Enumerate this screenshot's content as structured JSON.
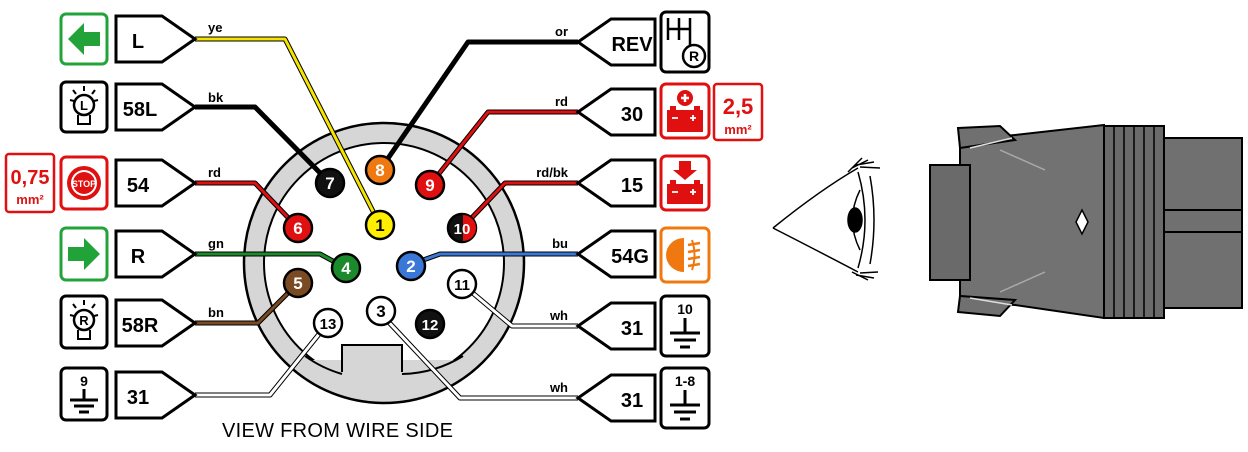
{
  "caption": "VIEW FROM WIRE SIDE",
  "pins": [
    {
      "num": "1",
      "fill": "#ffee00",
      "text": "#000000"
    },
    {
      "num": "2",
      "fill": "#3a78d8",
      "text": "#ffffff"
    },
    {
      "num": "3",
      "fill": "#ffffff",
      "text": "#000000"
    },
    {
      "num": "4",
      "fill": "#1a8a2a",
      "text": "#ffffff"
    },
    {
      "num": "5",
      "fill": "#7a4a22",
      "text": "#ffffff"
    },
    {
      "num": "6",
      "fill": "#e01010",
      "text": "#ffffff"
    },
    {
      "num": "7",
      "fill": "#111111",
      "text": "#ffffff"
    },
    {
      "num": "8",
      "fill": "#f07810",
      "text": "#ffffff"
    },
    {
      "num": "9",
      "fill": "#e01010",
      "text": "#ffffff"
    },
    {
      "num": "10",
      "fill": "#111111",
      "text": "#ffffff",
      "ring": "#e01010"
    },
    {
      "num": "11",
      "fill": "#ffffff",
      "text": "#000000"
    },
    {
      "num": "12",
      "fill": "#111111",
      "text": "#ffffff"
    },
    {
      "num": "13",
      "fill": "#ffffff",
      "text": "#000000"
    }
  ],
  "left_terminals": [
    {
      "label": "L",
      "wire": "ye",
      "icon": "arrow-left-icon"
    },
    {
      "label": "58L",
      "wire": "bk",
      "icon": "lamp-l-icon"
    },
    {
      "label": "54",
      "wire": "rd",
      "icon": "stop-icon",
      "stop_text": "STOP",
      "gauge": "0,75",
      "gauge_unit": "mm²"
    },
    {
      "label": "R",
      "wire": "gn",
      "icon": "arrow-right-icon"
    },
    {
      "label": "58R",
      "wire": "bn",
      "icon": "lamp-r-icon"
    },
    {
      "label": "31",
      "wire": "",
      "icon": "ground-icon",
      "ground_num": "9"
    }
  ],
  "right_terminals": [
    {
      "label": "REV",
      "wire": "or",
      "icon": "reverse-gear-icon"
    },
    {
      "label": "30",
      "wire": "rd",
      "icon": "battery-plus-icon",
      "gauge": "2,5",
      "gauge_unit": "mm²"
    },
    {
      "label": "15",
      "wire": "rd/bk",
      "icon": "battery-charge-icon"
    },
    {
      "label": "54G",
      "wire": "bu",
      "icon": "fog-lamp-icon"
    },
    {
      "label": "31",
      "wire": "wh",
      "icon": "ground-icon",
      "ground_num": "10"
    },
    {
      "label": "31",
      "wire": "wh",
      "icon": "ground-icon",
      "ground_num": "1-8"
    }
  ],
  "colors": {
    "ye": "#f4e400",
    "bk": "#111111",
    "rd": "#e01010",
    "gn": "#1a8a2a",
    "bn": "#7a4a22",
    "or": "#111111",
    "bu": "#3a78d8",
    "wh": "#ffffff",
    "green_icon": "#22a33a",
    "red_icon": "#e01010",
    "orange_icon": "#f07810",
    "plug_body": "#6e6e6e"
  }
}
